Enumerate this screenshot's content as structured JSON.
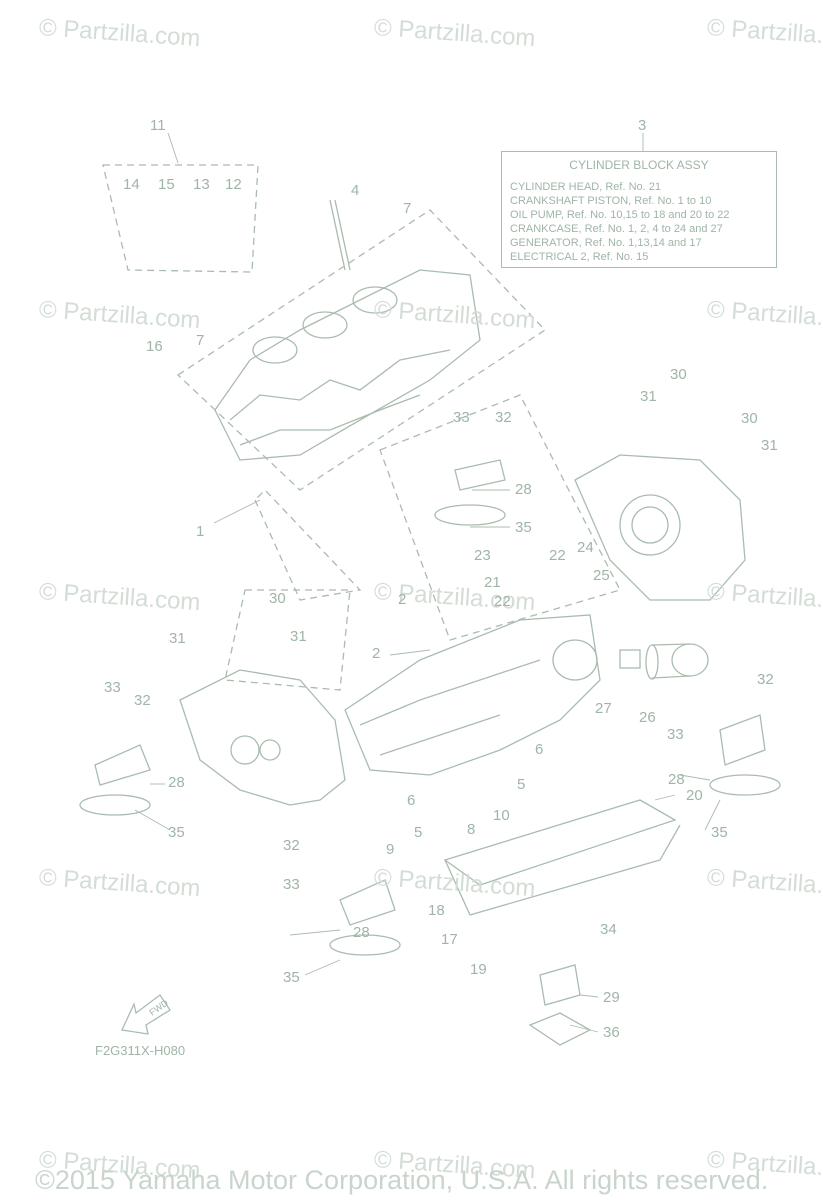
{
  "watermark": "© Partzilla.com",
  "info_box": {
    "title": "CYLINDER BLOCK ASSY",
    "lines": [
      "CYLINDER HEAD, Ref. No. 21",
      "CRANKSHAFT PISTON, Ref. No. 1 to 10",
      "OIL PUMP, Ref. No. 10,15 to 18 and 20 to 22",
      "CRANKCASE, Ref. No. 1, 2, 4 to 24 and 27",
      "GENERATOR, Ref. No. 1,13,14 and 17",
      "ELECTRICAL 2, Ref. No. 15"
    ]
  },
  "callouts": [
    "1",
    "2",
    "2",
    "3",
    "4",
    "5",
    "5",
    "6",
    "6",
    "7",
    "7",
    "8",
    "9",
    "10",
    "11",
    "12",
    "13",
    "14",
    "15",
    "16",
    "17",
    "18",
    "19",
    "20",
    "21",
    "22",
    "22",
    "23",
    "24",
    "25",
    "26",
    "27",
    "28",
    "28",
    "28",
    "28",
    "29",
    "30",
    "30",
    "30",
    "31",
    "31",
    "31",
    "31",
    "32",
    "32",
    "32",
    "32",
    "33",
    "33",
    "33",
    "33",
    "34",
    "35",
    "35",
    "35",
    "35",
    "36"
  ],
  "fwd_label": "FWD",
  "diagram_code": "F2G311X-H080",
  "copyright": "©2015 Yamaha Motor Corporation, U.S.A. All rights reserved."
}
